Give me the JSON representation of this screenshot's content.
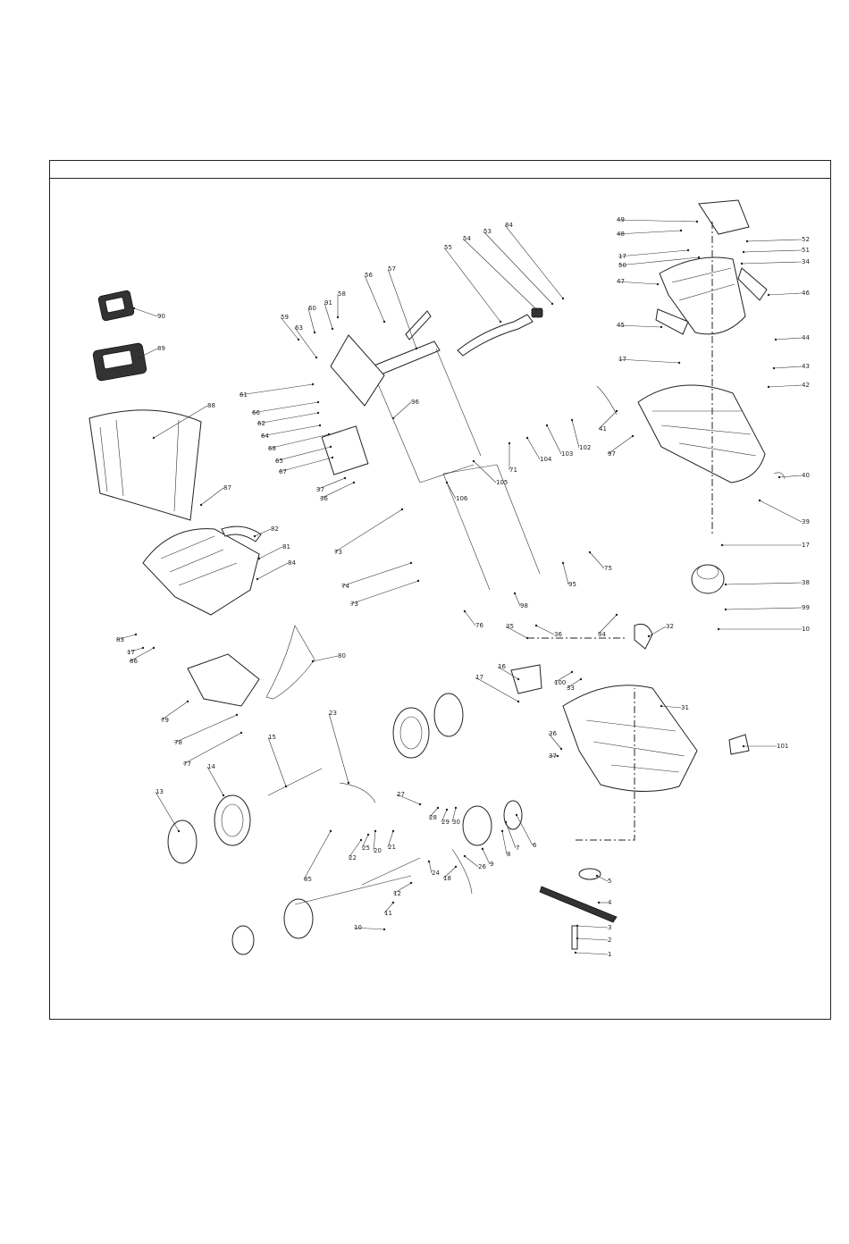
{
  "diagram": {
    "header": "",
    "part_numbers": [
      "90",
      "89",
      "88",
      "87",
      "82",
      "81",
      "84",
      "83",
      "17",
      "86",
      "80",
      "79",
      "78",
      "77",
      "59",
      "60",
      "91",
      "58",
      "63",
      "61",
      "66",
      "62",
      "64",
      "68",
      "65",
      "67",
      "37",
      "36",
      "56",
      "57",
      "96",
      "55",
      "54",
      "53",
      "84",
      "49",
      "48",
      "17",
      "50",
      "47",
      "45",
      "17",
      "52",
      "51",
      "34",
      "46",
      "44",
      "43",
      "42",
      "41",
      "97",
      "102",
      "103",
      "104",
      "71",
      "105",
      "106",
      "73",
      "74",
      "73",
      "40",
      "39",
      "17",
      "38",
      "99",
      "10",
      "95",
      "75",
      "76",
      "98",
      "35",
      "36",
      "101",
      "32",
      "34",
      "31",
      "33",
      "100",
      "16",
      "17",
      "36",
      "37",
      "5",
      "4",
      "3",
      "2",
      "1",
      "6",
      "7",
      "8",
      "9",
      "26",
      "24",
      "12",
      "11",
      "10",
      "18",
      "20",
      "21",
      "22",
      "25",
      "27",
      "28",
      "29",
      "30",
      "13",
      "14",
      "15",
      "23",
      "85"
    ]
  }
}
